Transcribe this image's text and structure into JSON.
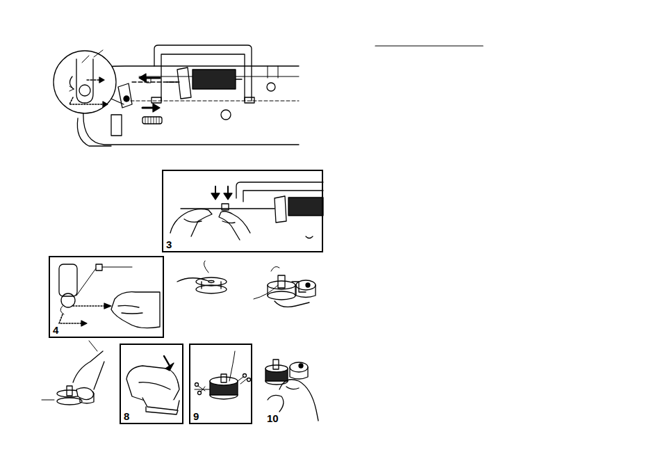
{
  "diagram": {
    "nodes": [
      {
        "text": [
          "3"
        ]
      },
      {
        "text": [
          "4"
        ]
      },
      {
        "text": [
          "8"
        ]
      },
      {
        "text": [
          "9"
        ]
      }
    ],
    "labels": [
      "10"
    ]
  }
}
